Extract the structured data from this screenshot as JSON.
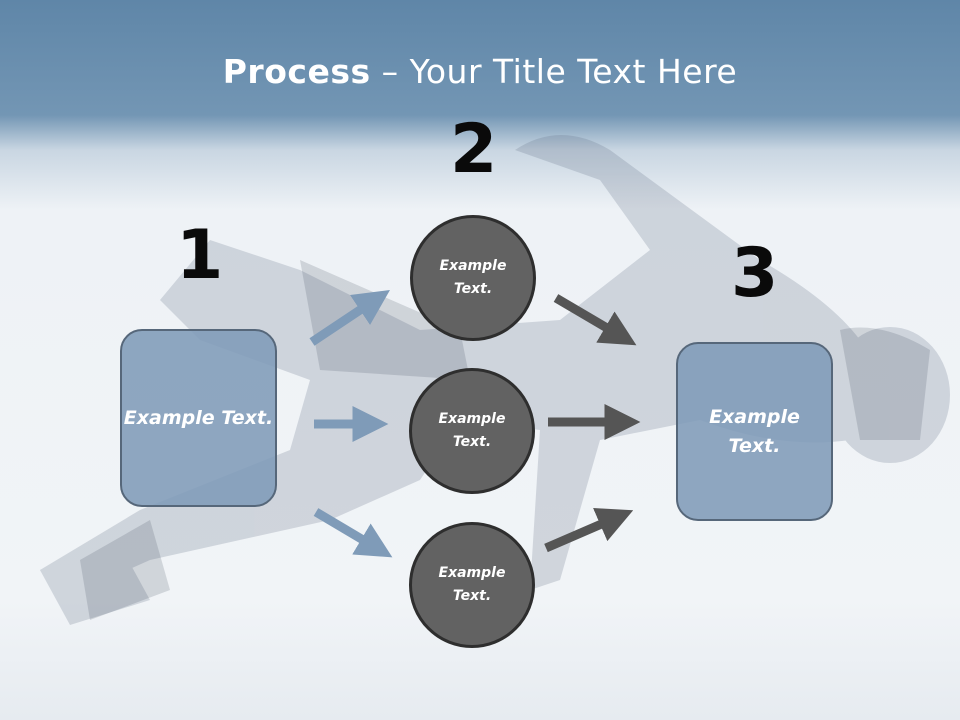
{
  "title": {
    "bold": "Process",
    "rest": " – Your Title Text Here"
  },
  "steps": {
    "one": "1",
    "two": "2",
    "three": "3"
  },
  "left_box": {
    "text": "Example Text."
  },
  "circles": [
    {
      "text": "Example Text."
    },
    {
      "text": "Example Text."
    },
    {
      "text": "Example Text."
    }
  ],
  "right_box": {
    "text": "Example Text."
  },
  "colors": {
    "box_fill": "#7f9bb8",
    "circle_fill": "#626262",
    "blue_arrow": "#7f9bb8",
    "gray_arrow": "#555555"
  }
}
